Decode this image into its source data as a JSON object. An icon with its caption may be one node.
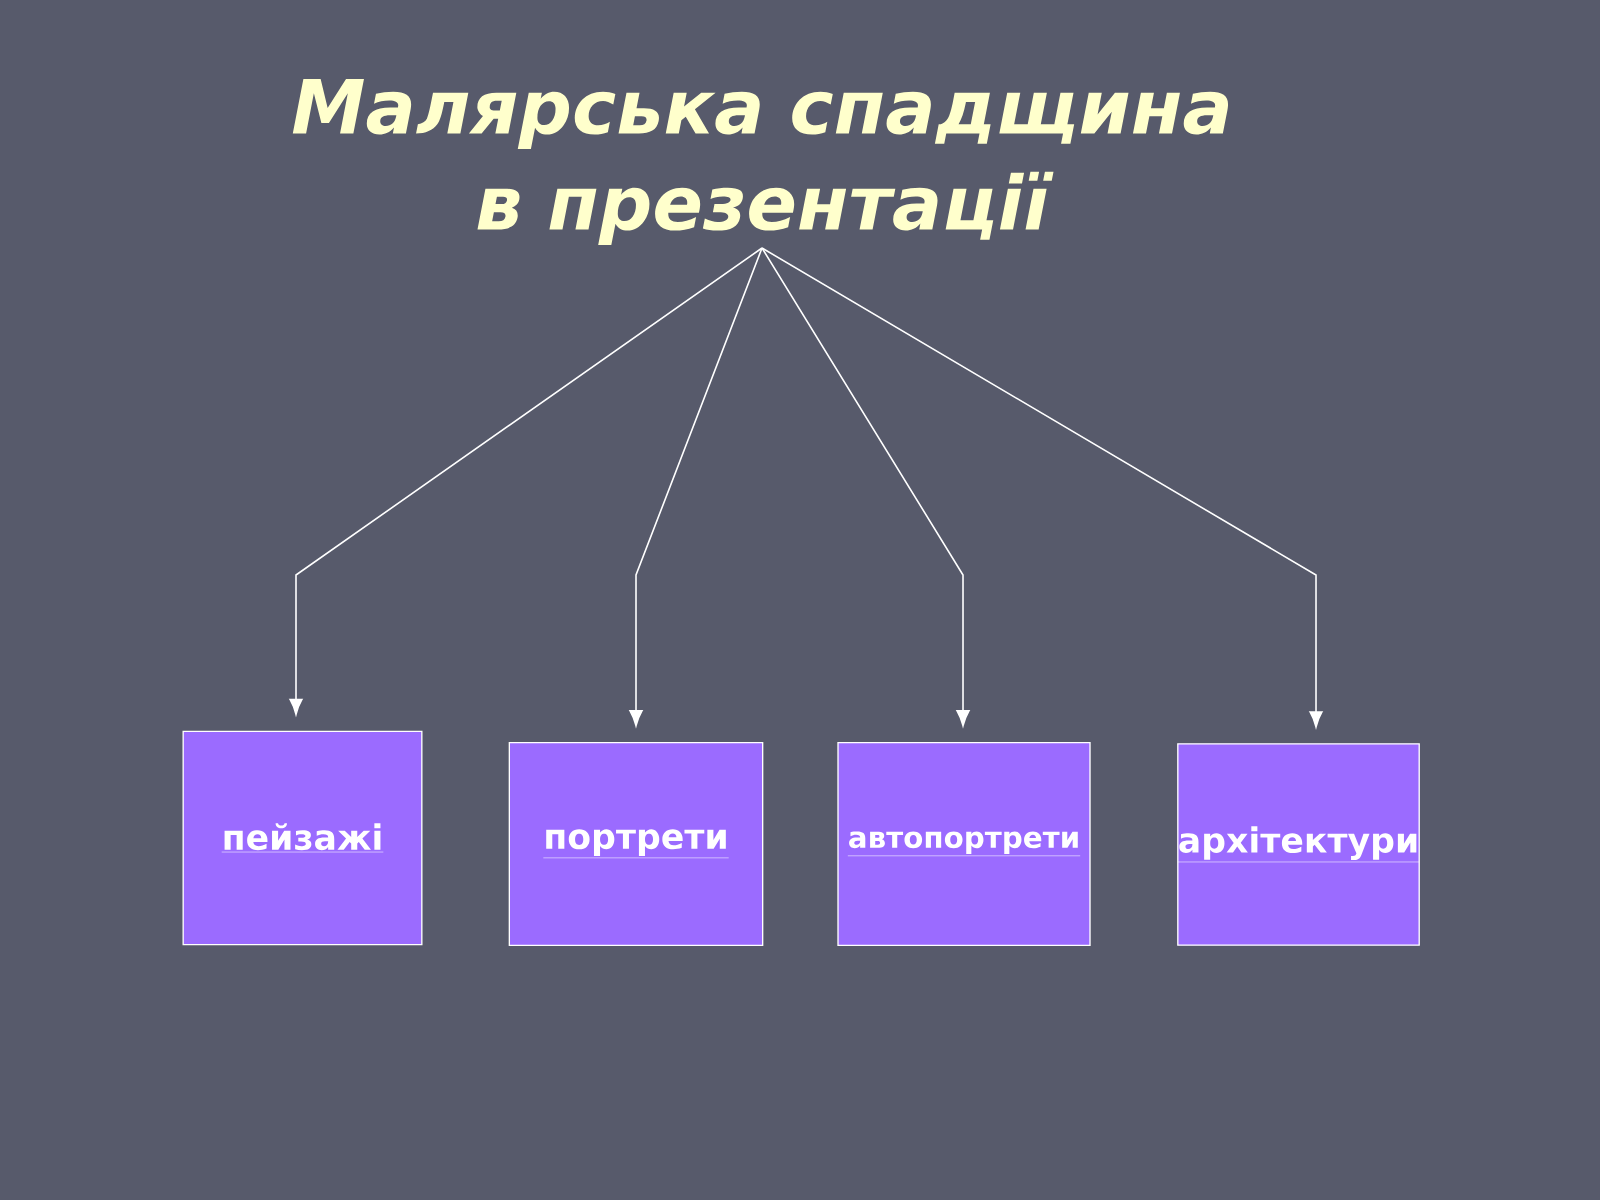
{
  "diagram": {
    "nodes": [
      {
        "text": [
          "Малярська спадщина в презентації"
        ]
      },
      {
        "text": [
          "пейзажі"
        ]
      },
      {
        "text": [
          "портрети"
        ]
      },
      {
        "text": [
          "автопортрети"
        ]
      },
      {
        "text": [
          "архітектури"
        ]
      }
    ],
    "edges": [
      {
        "from": 0,
        "to": 1,
        "arrow": "to"
      },
      {
        "from": 0,
        "to": 2,
        "arrow": "to"
      },
      {
        "from": 0,
        "to": 3,
        "arrow": "to"
      },
      {
        "from": 0,
        "to": 4,
        "arrow": "to"
      }
    ]
  }
}
